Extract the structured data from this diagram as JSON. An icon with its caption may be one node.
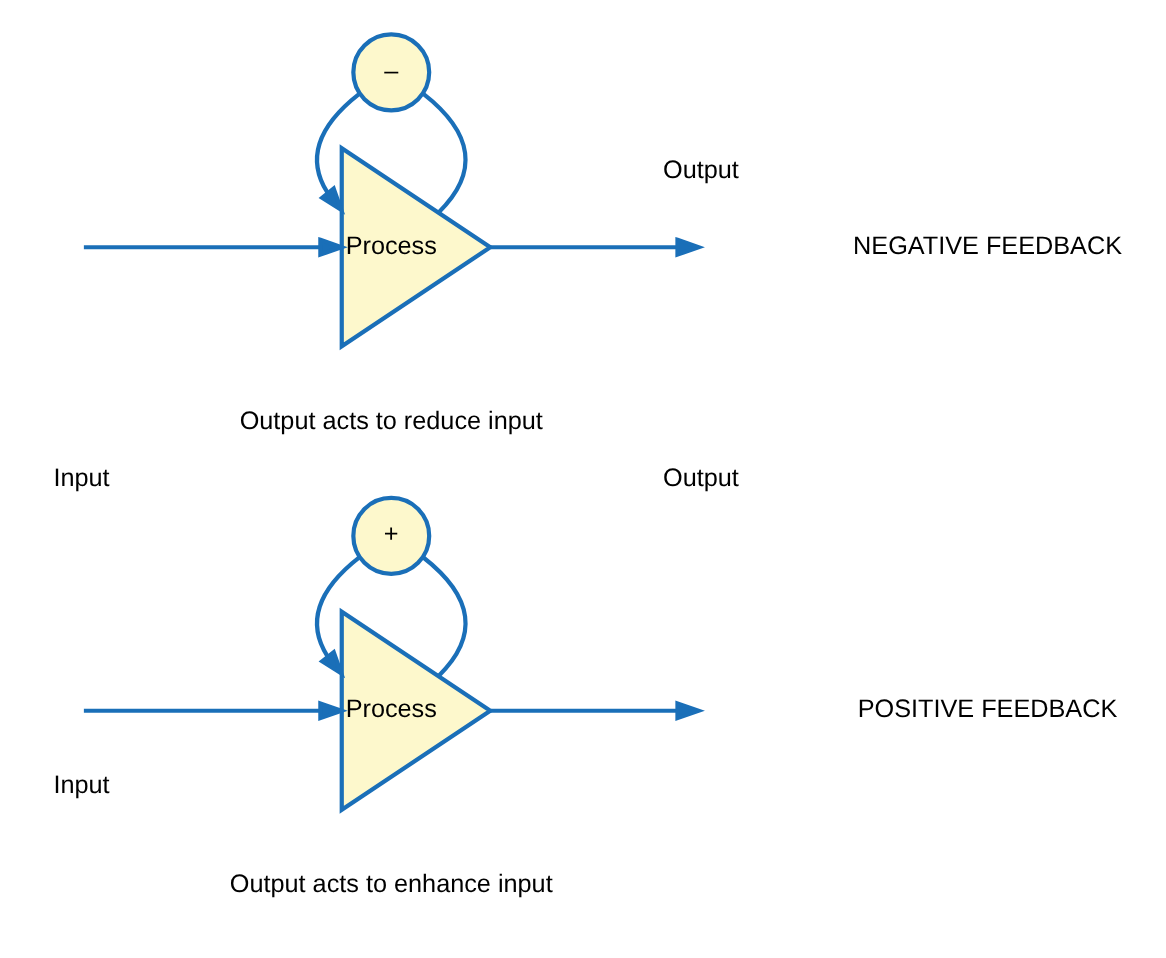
{
  "diagram": {
    "nodes": [
      {
        "text": [
          "+"
        ]
      },
      {
        "text": [
          "Process"
        ]
      },
      {
        "text": [
          "–"
        ]
      },
      {
        "text": [
          "Process"
        ]
      }
    ],
    "edges": [
      {
        "from": null,
        "to": 1,
        "arrow": "to"
      },
      {
        "from": 1,
        "to": null,
        "arrow": "to"
      },
      {
        "from": 1,
        "to": 0,
        "arrow": "none"
      },
      {
        "from": 0,
        "to": 1,
        "arrow": "to"
      },
      {
        "from": null,
        "to": 3,
        "arrow": "to"
      },
      {
        "from": 3,
        "to": null,
        "arrow": "to"
      },
      {
        "from": 3,
        "to": 2,
        "arrow": "none"
      },
      {
        "from": 2,
        "to": 3,
        "arrow": "to"
      }
    ],
    "labels": [
      "Output acts to enhance input",
      "Input",
      "Output",
      "POSITIVE FEEDBACK",
      "Output acts to reduce input",
      "Input",
      "Output",
      "NEGATIVE FEEDBACK"
    ]
  }
}
